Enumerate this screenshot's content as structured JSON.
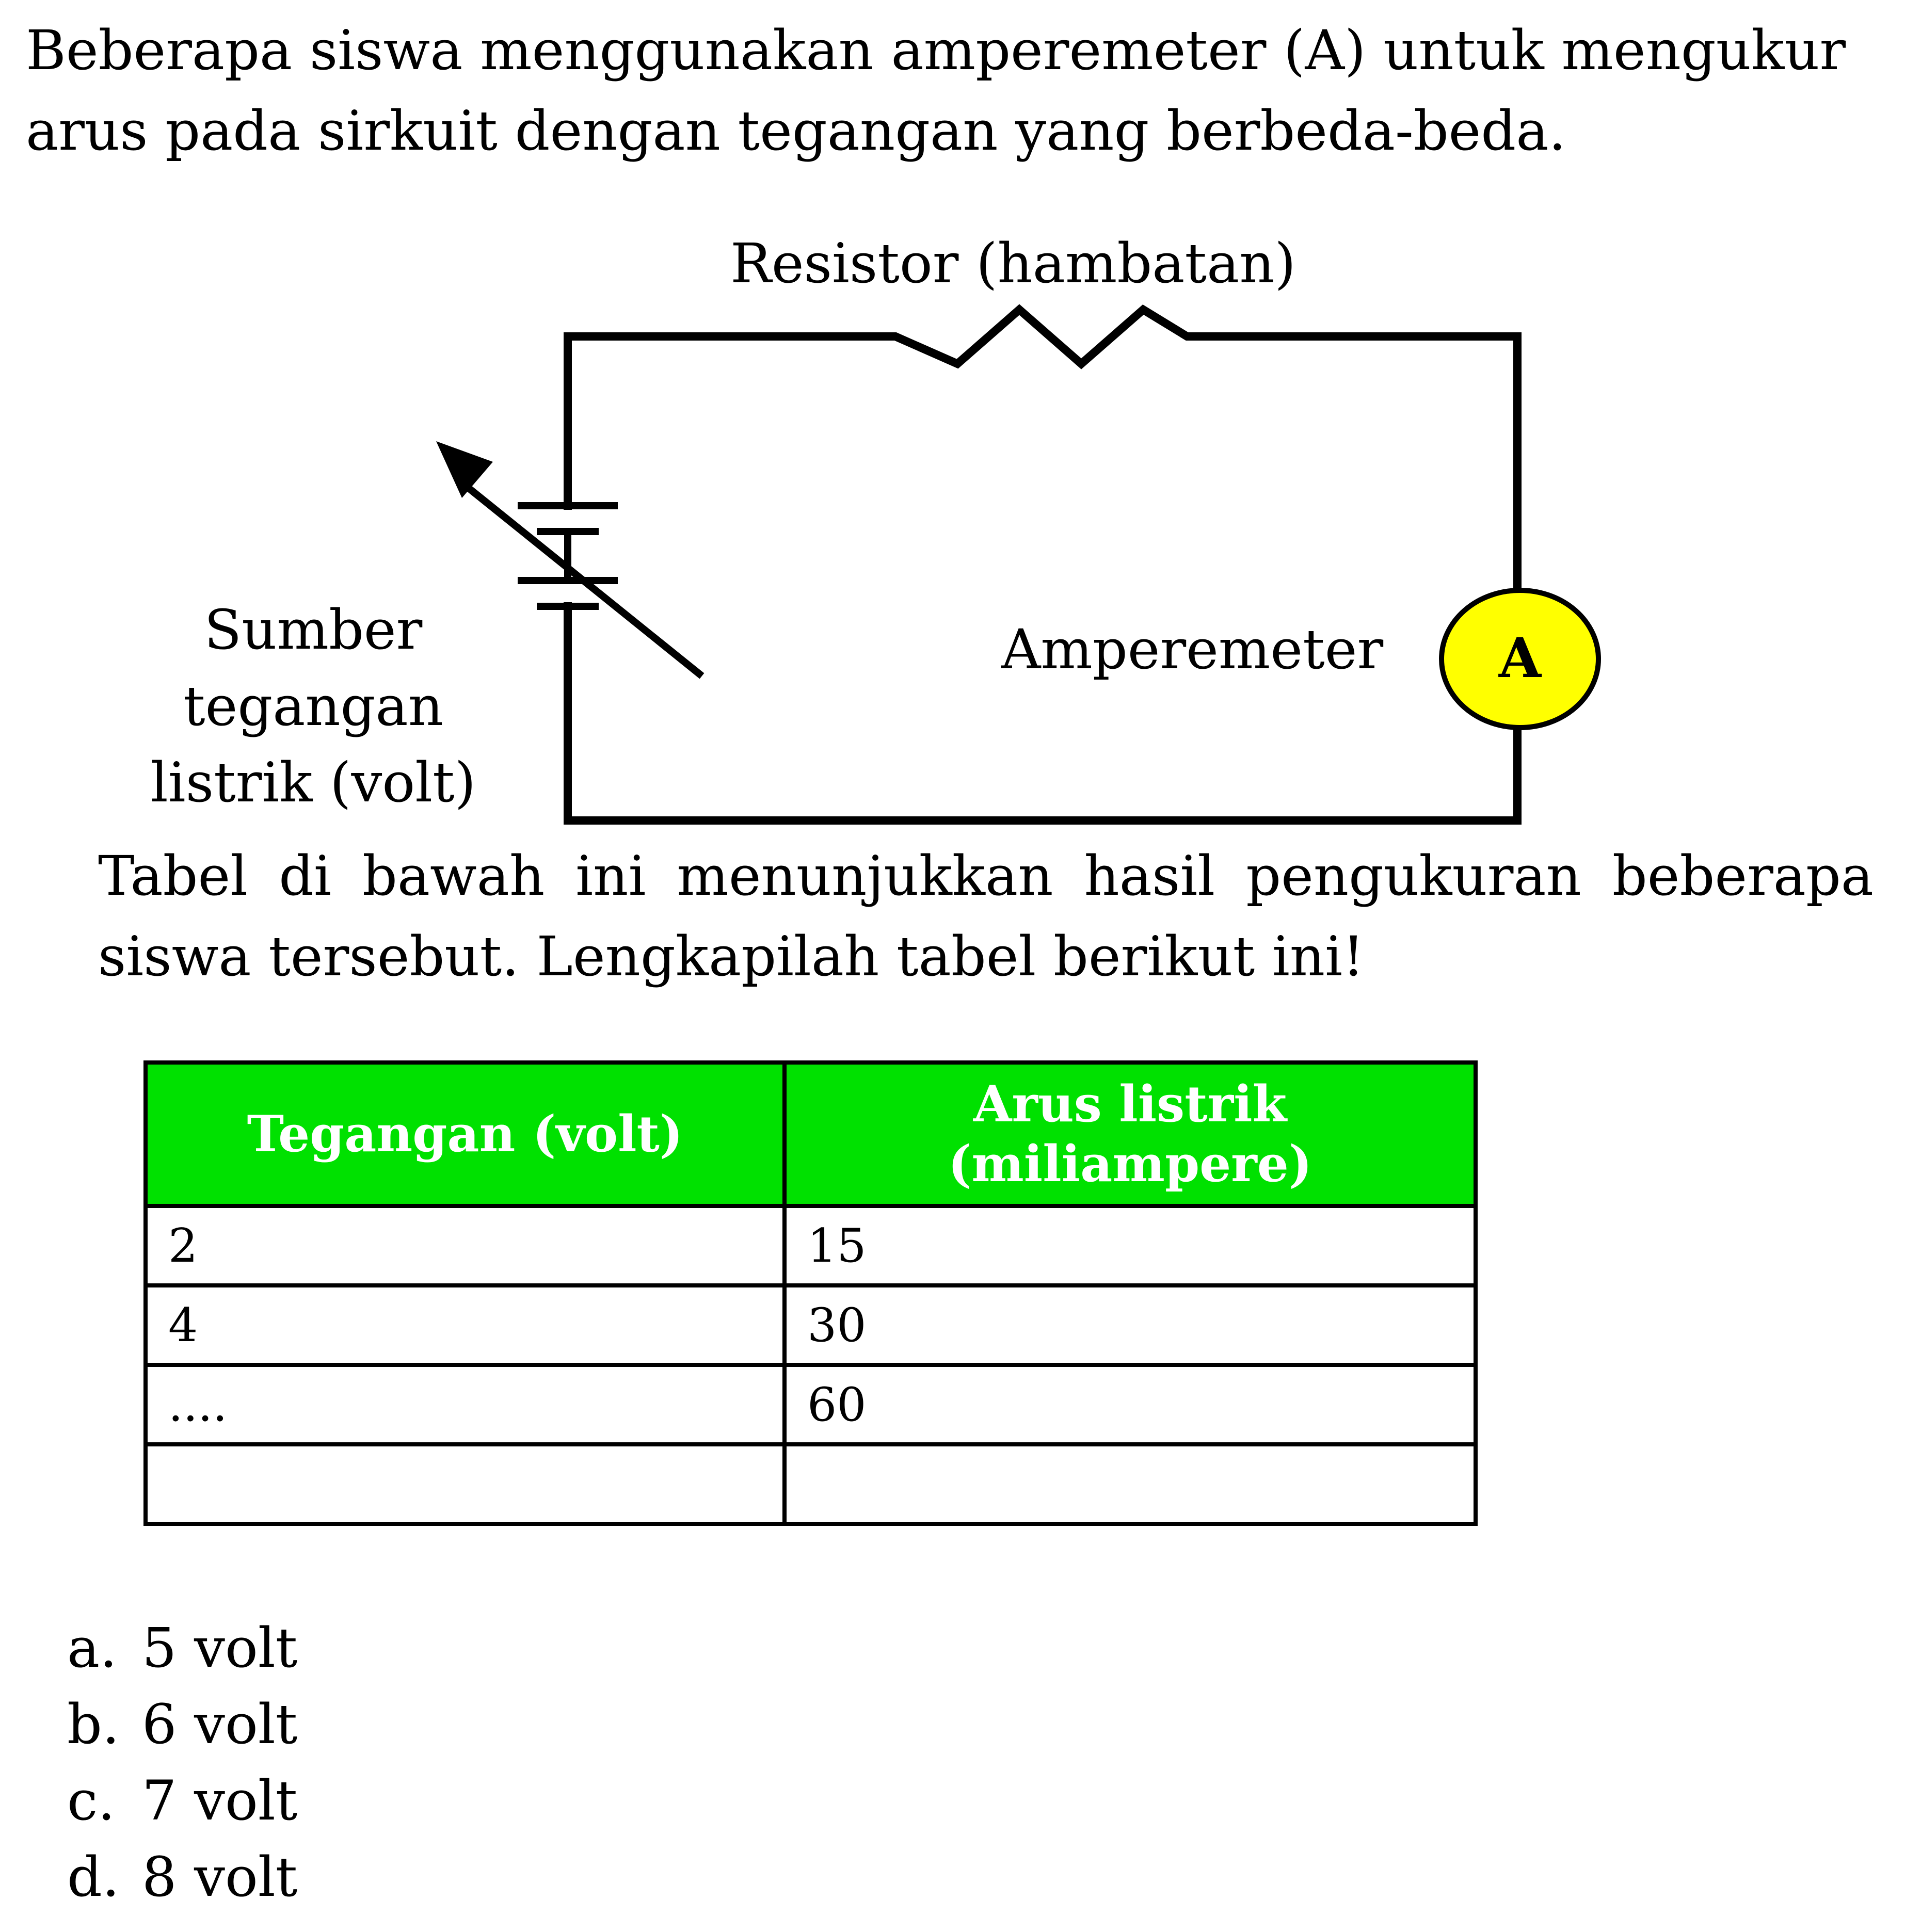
{
  "question": {
    "intro": "Beberapa siswa menggunakan amperemeter (A) untuk mengukur arus pada sirkuit dengan tegangan yang berbeda-beda.",
    "instruction": "Tabel di bawah ini menunjukkan hasil pengukuran beberapa siswa tersebut. Lengkapilah tabel berikut ini!"
  },
  "diagram": {
    "resistor_label": "Resistor (hambatan)",
    "source_label_lines": [
      "Sumber",
      "tegangan",
      "listrik (volt)"
    ],
    "ammeter_label": "Amperemeter",
    "ammeter_symbol": "A",
    "ammeter_color": "#ffff00",
    "icons": [
      "variable-voltage-source-icon",
      "resistor-icon",
      "ammeter-icon"
    ]
  },
  "table": {
    "header_color": "#00e100",
    "headers": [
      "Tegangan (volt)",
      "Arus listrik (miliampere)"
    ],
    "rows": [
      [
        "2",
        "15"
      ],
      [
        "4",
        "30"
      ],
      [
        "....",
        "60"
      ],
      [
        "",
        ""
      ]
    ]
  },
  "options": [
    {
      "letter": "a.",
      "text": "5 volt"
    },
    {
      "letter": "b.",
      "text": "6 volt"
    },
    {
      "letter": "c.",
      "text": "7 volt"
    },
    {
      "letter": "d.",
      "text": "8 volt"
    }
  ]
}
